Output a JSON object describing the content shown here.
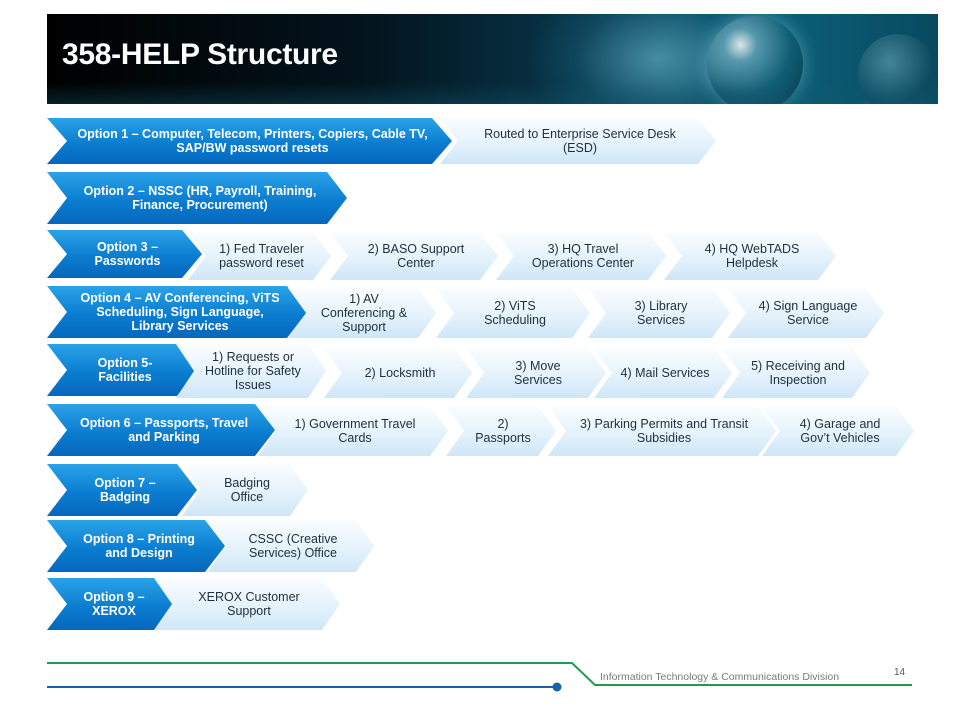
{
  "title": "358-HELP Structure",
  "footer": {
    "division": "Information Technology & Communications Division",
    "page_number": "14"
  },
  "colors": {
    "option_blue": "#0b7dd0",
    "sub_light": "#e2f1fb",
    "footer_green": "#1e9e4a",
    "footer_blue": "#1b5fa8"
  },
  "rows": [
    {
      "option": "Option 1 – Computer, Telecom, Printers, Copiers, Cable TV, SAP/BW password resets",
      "subs": [
        "Routed to Enterprise Service Desk (ESD)"
      ]
    },
    {
      "option": "Option 2 – NSSC (HR, Payroll, Training, Finance, Procurement)",
      "subs": []
    },
    {
      "option": "Option 3 – Passwords",
      "subs": [
        "1) Fed Traveler password reset",
        "2) BASO Support Center",
        "3) HQ Travel Operations Center",
        "4) HQ WebTADS Helpdesk"
      ]
    },
    {
      "option": "Option 4 – AV Conferencing, ViTS Scheduling, Sign Language, Library Services",
      "subs": [
        "1) AV Conferencing & Support",
        "2) ViTS Scheduling",
        "3) Library Services",
        "4) Sign Language Service"
      ]
    },
    {
      "option": "Option 5- Facilities",
      "subs": [
        "1) Requests or Hotline for Safety Issues",
        "2) Locksmith",
        "3) Move Services",
        "4) Mail Services",
        "5) Receiving and Inspection"
      ]
    },
    {
      "option": "Option 6 – Passports, Travel and Parking",
      "subs": [
        "1) Government Travel Cards",
        "2) Passports",
        "3) Parking Permits and Transit Subsidies",
        "4) Garage and Gov’t Vehicles"
      ]
    },
    {
      "option": "Option 7 – Badging",
      "subs": [
        "Badging Office"
      ]
    },
    {
      "option": "Option 8 – Printing and Design",
      "subs": [
        "CSSC (Creative Services) Office"
      ]
    },
    {
      "option": "Option 9 – XEROX",
      "subs": [
        "XEROX Customer Support"
      ]
    }
  ]
}
